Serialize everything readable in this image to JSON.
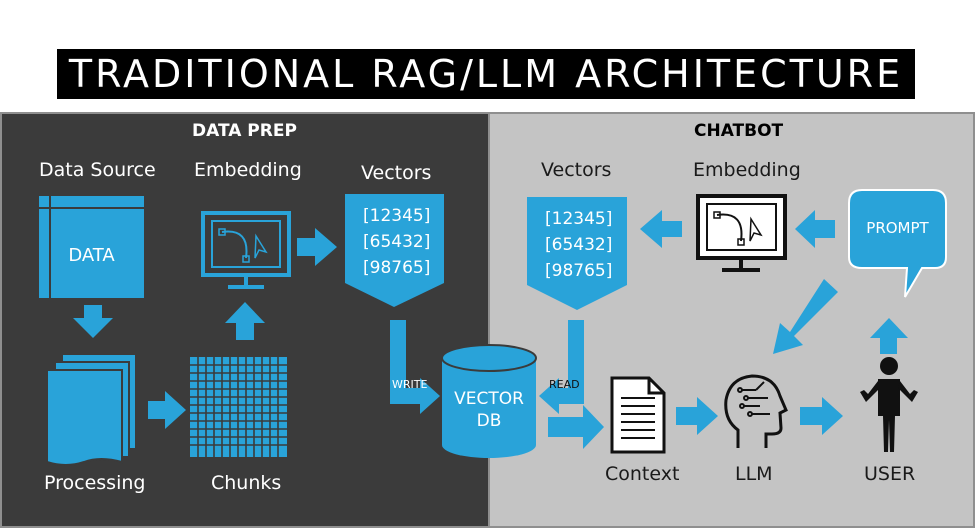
{
  "title": "TRADITIONAL RAG/LLM ARCHITECTURE",
  "sections": {
    "data_prep": "DATA PREP",
    "chatbot": "CHATBOT"
  },
  "data_prep": {
    "data_source_label": "Data Source",
    "data_box": "DATA",
    "embedding_label": "Embedding",
    "vectors_label": "Vectors",
    "vectors": [
      "[12345]",
      "[65432]",
      "[98765]"
    ],
    "processing_label": "Processing",
    "chunks_label": "Chunks",
    "write_label": "WRITE"
  },
  "vector_db": "VECTOR DB",
  "chatbot": {
    "vectors_label": "Vectors",
    "vectors": [
      "[12345]",
      "[65432]",
      "[98765]"
    ],
    "embedding_label": "Embedding",
    "prompt_label": "PROMPT",
    "read_label": "READ",
    "context_label": "Context",
    "llm_label": "LLM",
    "user_label": "USER"
  },
  "colors": {
    "accent_blue": "#29a3d9",
    "dark_panel": "#3b3b3b",
    "light_panel": "#c4c4c4",
    "frame_border": "#8f8f8f"
  },
  "icons": [
    "monitor-bezier-icon",
    "document-icon",
    "brain-circuit-icon",
    "user-shrug-icon",
    "data-grid-icon",
    "stacked-pages-icon",
    "database-cylinder-icon",
    "speech-bubble-icon"
  ]
}
